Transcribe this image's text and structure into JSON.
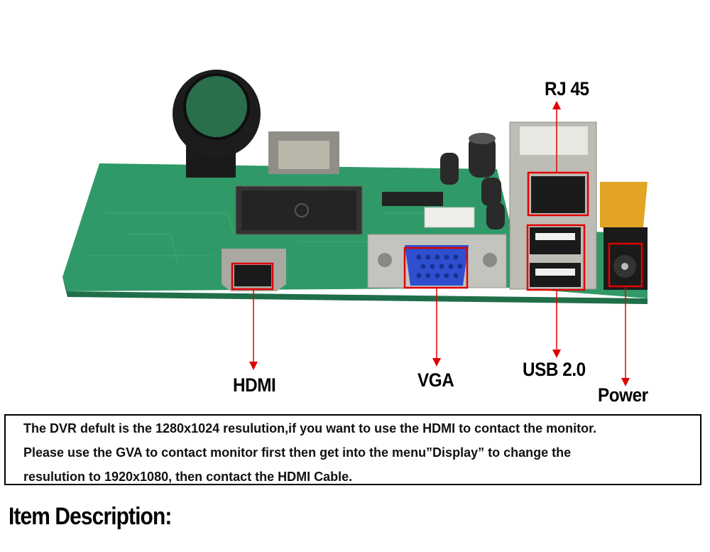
{
  "labels": {
    "rj45": "RJ 45",
    "hdmi": "HDMI",
    "vga": "VGA",
    "usb": "USB 2.0",
    "power": "Power"
  },
  "note": {
    "line1": "The DVR defult is the 1280x1024 resulution,if you want to use the HDMI to contact the monitor.",
    "line2": "Please use the GVA to contact monitor first then get into the menu”Display” to change the",
    "line3": "resulution to 1920x1080, then contact the HDMI Cable."
  },
  "section_title": "Item Description:",
  "colors": {
    "callout_red": "#e00000",
    "pcb_green": "#2f9a67",
    "text": "#000000"
  }
}
